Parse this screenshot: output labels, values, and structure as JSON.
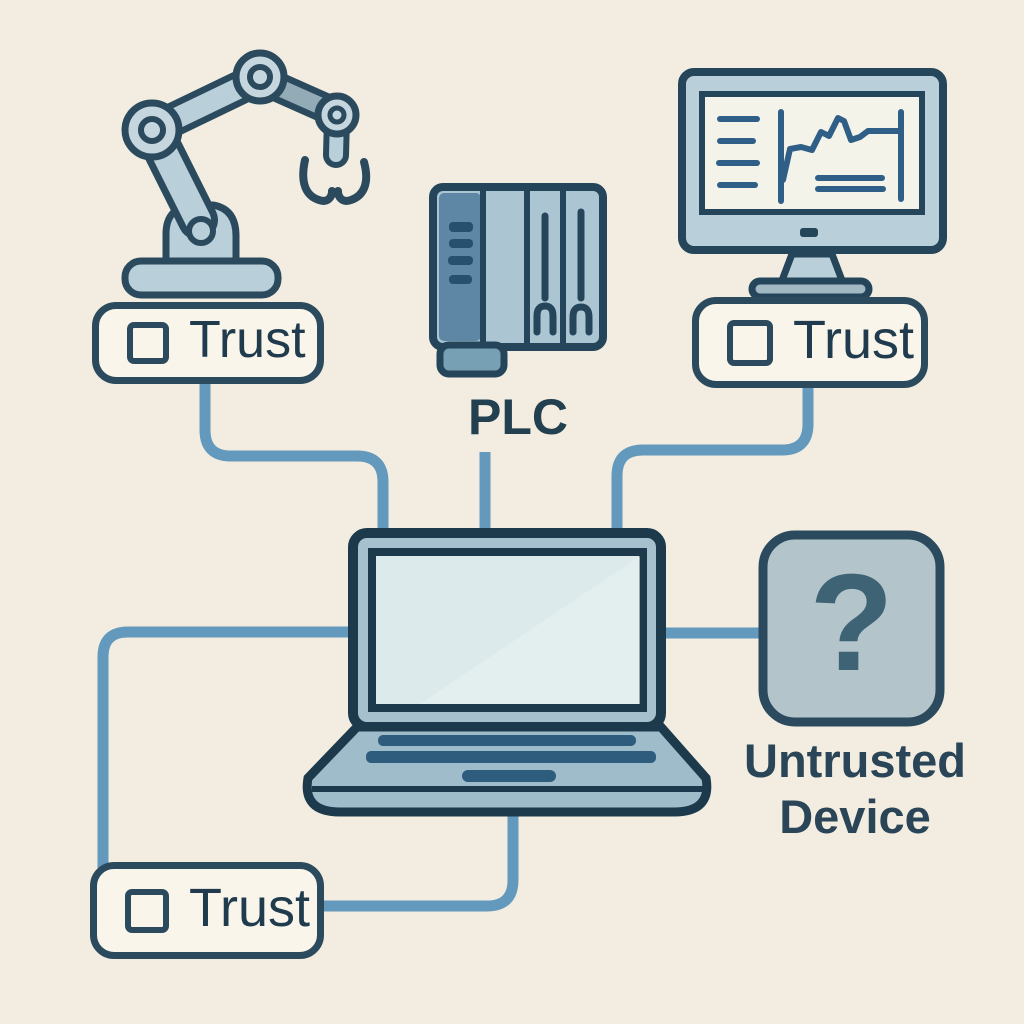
{
  "diagram": {
    "description": "Industrial trust diagram: engineering laptop connected to robot arm, PLC, HMI monitor, and an untrusted device",
    "nodes": {
      "robot_arm": {
        "icon": "robot-arm-icon"
      },
      "plc": {
        "label": "PLC",
        "icon": "plc-icon"
      },
      "hmi_monitor": {
        "icon": "monitor-icon"
      },
      "laptop": {
        "icon": "laptop-icon"
      },
      "untrusted_device": {
        "label": "Untrusted Device",
        "icon": "question-mark-icon",
        "icon_glyph": "?"
      }
    },
    "trust_checkboxes": [
      {
        "device": "robot-arm",
        "label": "Trust",
        "checked": false
      },
      {
        "device": "hmi-monitor",
        "label": "Trust",
        "checked": false
      },
      {
        "device": "laptop",
        "label": "Trust",
        "checked": false
      }
    ],
    "connections": [
      "robot-trust-to-laptop",
      "plc-to-laptop",
      "monitor-trust-to-laptop",
      "laptop-to-untrusted-device",
      "laptop-to-bottom-trust-top",
      "laptop-to-bottom-trust-right"
    ],
    "colors": {
      "background": "#f2ede0",
      "outline_dark": "#2b4a5e",
      "outline_darker": "#1d3a4c",
      "connector_blue": "#6299bc",
      "device_fill_light": "#b9cfd9",
      "device_fill_medium": "#9fbccb",
      "screen_fill": "#dceaec",
      "monitor_screen_fill": "#f4f3ea",
      "plc_module_dark": "#5d87a4",
      "chart_blue": "#2f5f86",
      "untrusted_fill": "#b3c5cb",
      "label_text": "#22404f"
    }
  }
}
